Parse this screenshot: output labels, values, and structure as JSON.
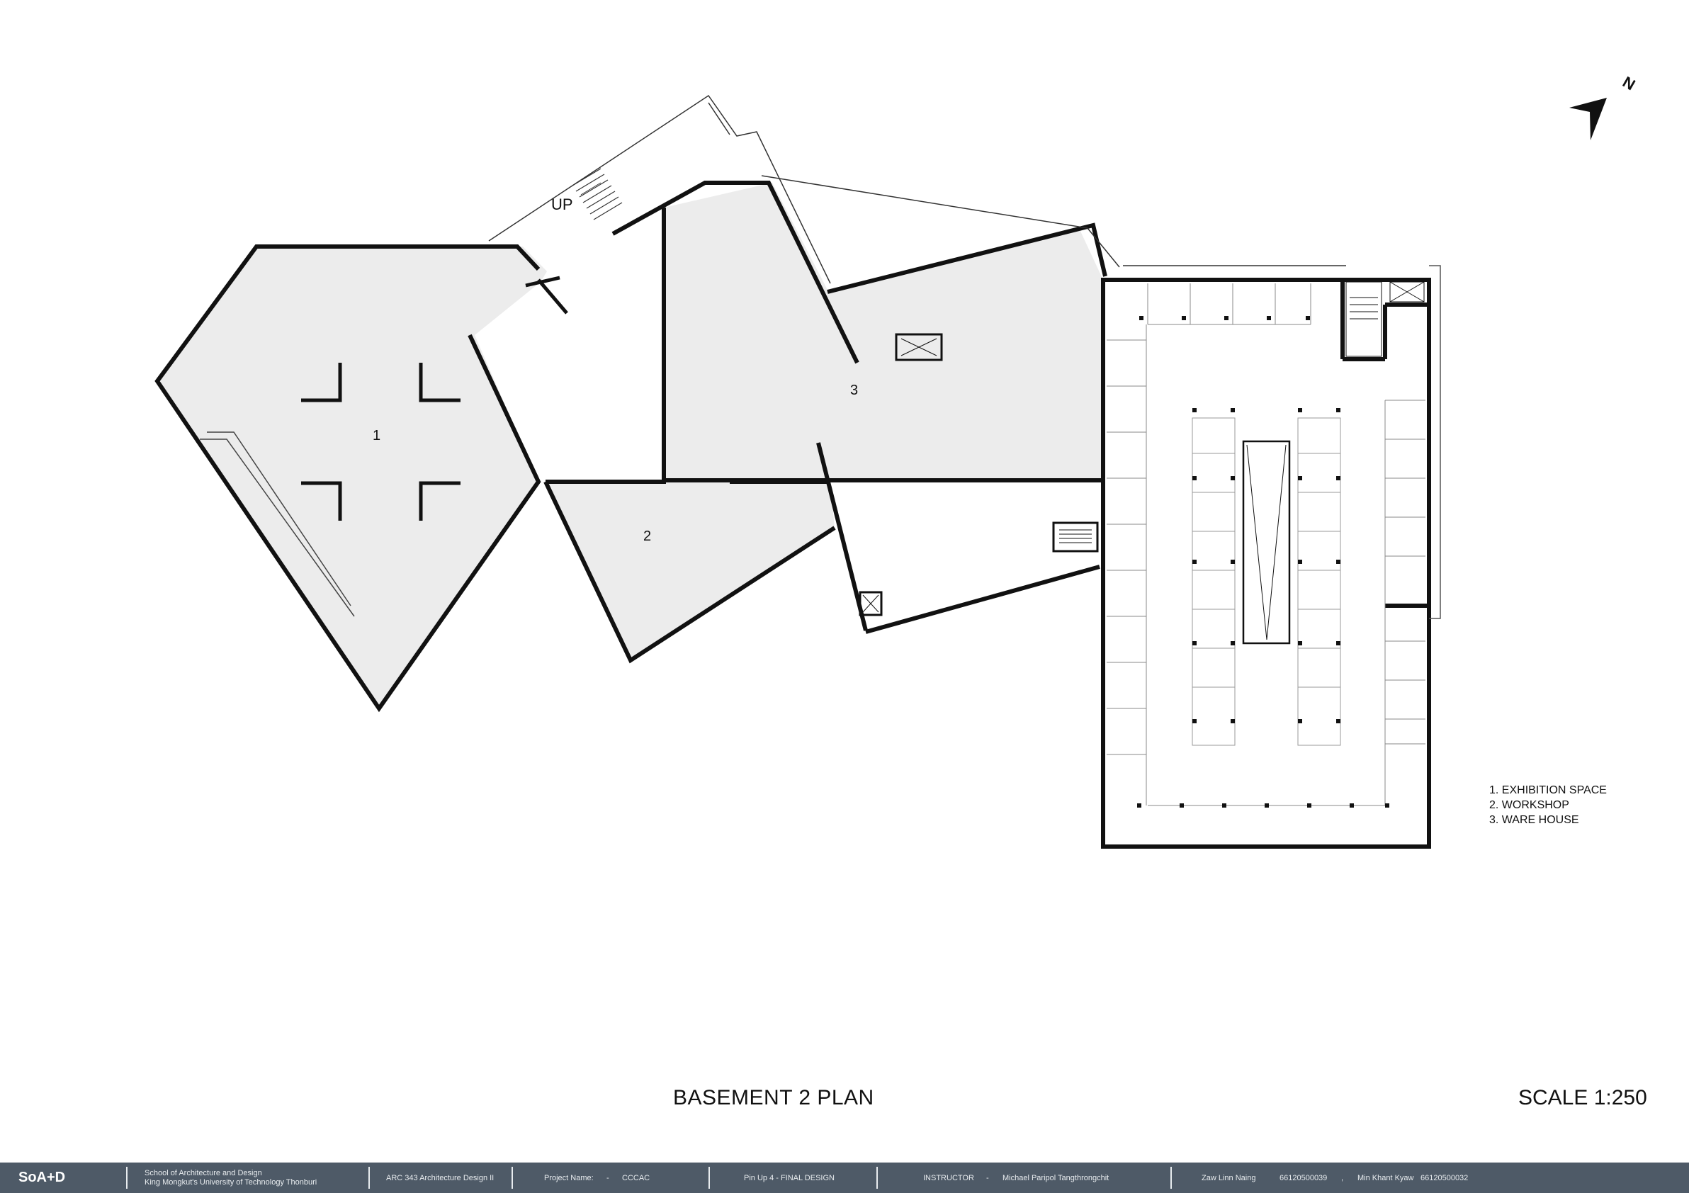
{
  "plan": {
    "rooms": [
      {
        "number": "1"
      },
      {
        "number": "2"
      },
      {
        "number": "3"
      }
    ],
    "stair_label": "UP",
    "north_arrow_label": "N"
  },
  "legend": {
    "items": [
      "1. EXHIBITION SPACE",
      "2. WORKSHOP",
      "3. WARE HOUSE"
    ]
  },
  "title": "BASEMENT 2 PLAN",
  "scale": "SCALE 1:250",
  "footer": {
    "logo": "SoA+D",
    "school_line1": "School of Architecture and Design",
    "school_line2": "King Mongkut's University of Technology Thonburi",
    "course": "ARC 343 Architecture Design II",
    "project_label": "Project Name:",
    "project_dash": "-",
    "project_name": "CCCAC",
    "pinup": "Pin Up 4 - FINAL DESIGN",
    "instructor_label": "INSTRUCTOR",
    "instructor_dash": "-",
    "instructor_name": "Michael Paripol Tangthrongchit",
    "student1_name": "Zaw Linn Naing",
    "student1_id": "66120500039",
    "comma": ",",
    "student2_name": "Min Khant Kyaw",
    "student2_id": "66120500032"
  },
  "colors": {
    "floor_fill": "#ececec",
    "wall": "#111111",
    "footer_bg": "#4e5a67"
  }
}
